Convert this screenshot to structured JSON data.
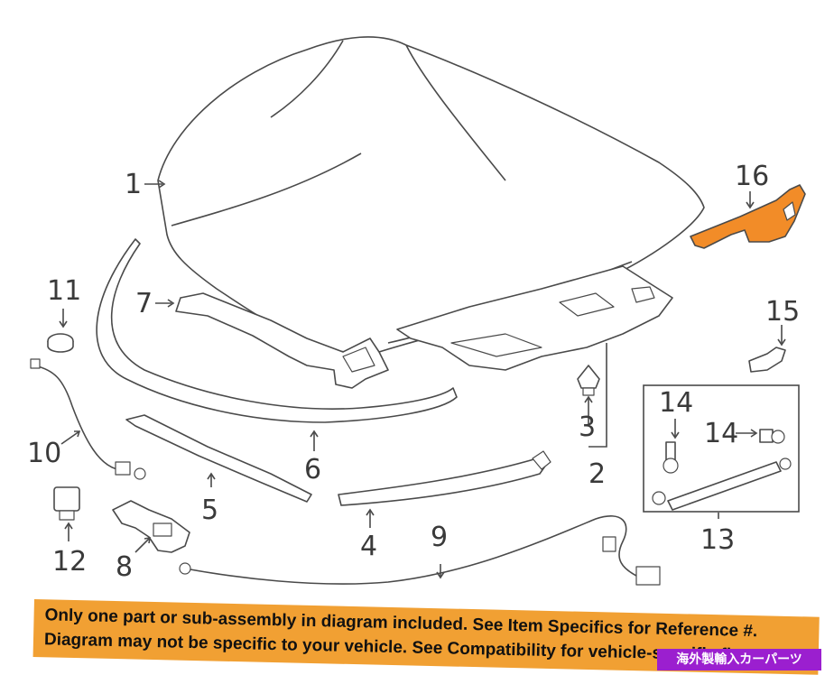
{
  "parts": [
    {
      "num": "1"
    },
    {
      "num": "2"
    },
    {
      "num": "3"
    },
    {
      "num": "4"
    },
    {
      "num": "5"
    },
    {
      "num": "6"
    },
    {
      "num": "7"
    },
    {
      "num": "8"
    },
    {
      "num": "9"
    },
    {
      "num": "10"
    },
    {
      "num": "11"
    },
    {
      "num": "12"
    },
    {
      "num": "13"
    },
    {
      "num": "14"
    },
    {
      "num": "14"
    },
    {
      "num": "15"
    },
    {
      "num": "16"
    }
  ],
  "highlight_part": "16",
  "highlight_color": "#f28c28",
  "notice": {
    "line1": "Only one part or sub-assembly in diagram included. See Item Specifics for Reference #.",
    "line2": "Diagram may not be specific to your vehicle. See Compatibility for vehicle-specific fit.",
    "background": "#f1a033"
  },
  "shop_badge": {
    "text": "海外製輸入カーパーツ",
    "background": "#9b1fcf"
  }
}
